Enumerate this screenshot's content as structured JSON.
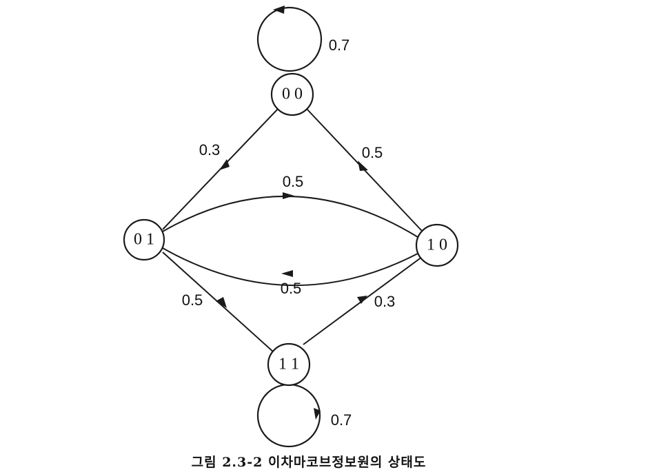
{
  "states": {
    "s00": "0 0",
    "s01": "0 1",
    "s10": "1 0",
    "s11": "1 1"
  },
  "transitions": {
    "loop00": "0.7",
    "s00_to_s01": "0.3",
    "s10_to_s00": "0.5",
    "s01_to_s10": "0.5",
    "s10_to_s01": "0.5",
    "s01_to_s11": "0.5",
    "s11_to_s10": "0.3",
    "loop11": "0.7"
  },
  "caption": "그림 2.3-2  이차마코브정보원의 상태도"
}
